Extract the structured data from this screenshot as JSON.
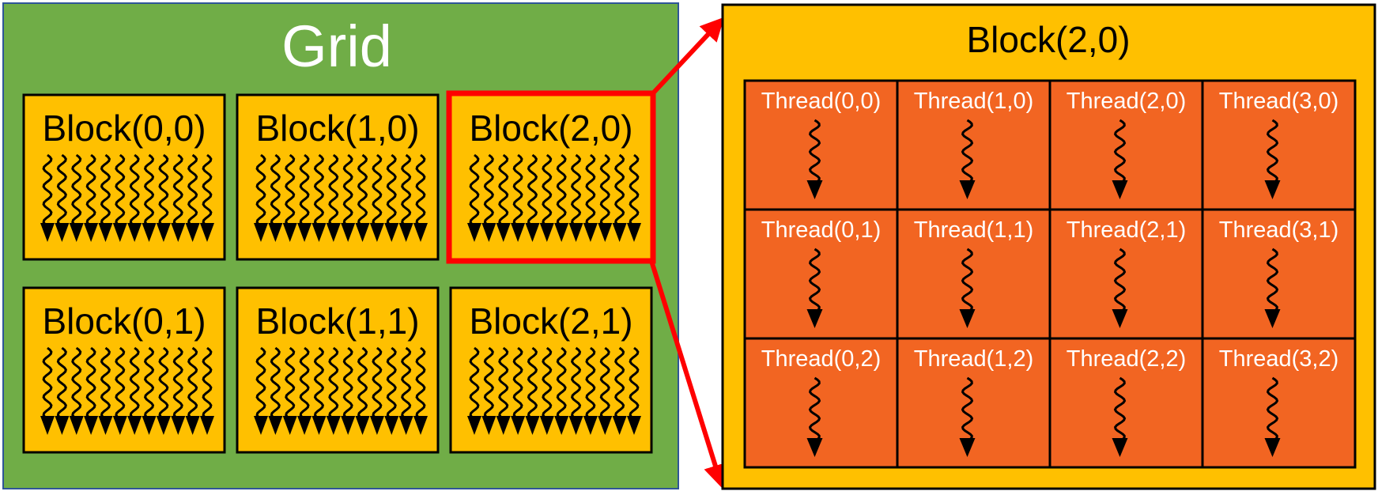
{
  "colors": {
    "grid_fill": "#70AD47",
    "grid_border": "#2F5597",
    "block_fill": "#FFC000",
    "thread_fill": "#F26522",
    "highlight": "#FF0000",
    "stroke": "#000000",
    "grid_text": "#FFFFFF",
    "block_text": "#000000",
    "thread_text": "#FFFFFF"
  },
  "grid": {
    "title": "Grid",
    "blocks": [
      {
        "label": "Block(0,0)",
        "highlighted": false
      },
      {
        "label": "Block(1,0)",
        "highlighted": false
      },
      {
        "label": "Block(2,0)",
        "highlighted": true
      },
      {
        "label": "Block(0,1)",
        "highlighted": false
      },
      {
        "label": "Block(1,1)",
        "highlighted": false
      },
      {
        "label": "Block(2,1)",
        "highlighted": false
      }
    ],
    "threads_per_block_icon": 12
  },
  "detail": {
    "title": "Block(2,0)",
    "threads": [
      [
        "Thread(0,0)",
        "Thread(1,0)",
        "Thread(2,0)",
        "Thread(3,0)"
      ],
      [
        "Thread(0,1)",
        "Thread(1,1)",
        "Thread(2,1)",
        "Thread(3,1)"
      ],
      [
        "Thread(0,2)",
        "Thread(1,2)",
        "Thread(2,2)",
        "Thread(3,2)"
      ]
    ]
  },
  "icons": {
    "thread": "wavy-arrow-down-icon"
  }
}
